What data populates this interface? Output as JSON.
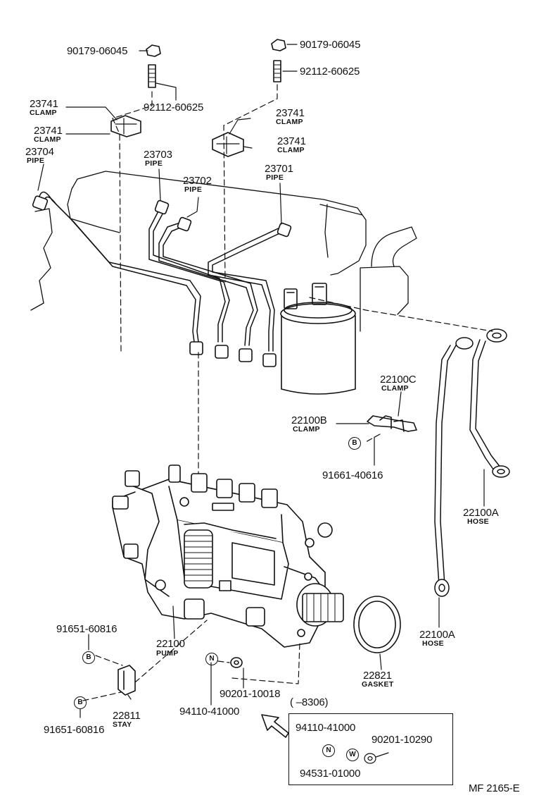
{
  "parts": {
    "nut_left": "90179-06045",
    "nut_right": "90179-06045",
    "stud_right": "92112-60625",
    "stud_left": "92112-60625",
    "clamp_l1_num": "23741",
    "clamp_l1_name": "CLAMP",
    "clamp_l2_num": "23741",
    "clamp_l2_name": "CLAMP",
    "clamp_r1_num": "23741",
    "clamp_r1_name": "CLAMP",
    "clamp_r2_num": "23741",
    "clamp_r2_name": "CLAMP",
    "pipe_23704_num": "23704",
    "pipe_23704_name": "PIPE",
    "pipe_23703_num": "23703",
    "pipe_23703_name": "PIPE",
    "pipe_23702_num": "23702",
    "pipe_23702_name": "PIPE",
    "pipe_23701_num": "23701",
    "pipe_23701_name": "PIPE",
    "clamp_22100c_num": "22100C",
    "clamp_22100c_name": "CLAMP",
    "clamp_22100b_num": "22100B",
    "clamp_22100b_name": "CLAMP",
    "bolt_91661": "91661-40616",
    "hose_upper_num": "22100A",
    "hose_upper_name": "HOSE",
    "hose_lower_num": "22100A",
    "hose_lower_name": "HOSE",
    "bolt_91651_top": "91651-60816",
    "pump_num": "22100",
    "pump_name": "PUMP",
    "gasket_num": "22821",
    "gasket_name": "GASKET",
    "washer_90201": "90201-10018",
    "nut_94110": "94110-41000",
    "stay_num": "22811",
    "stay_name": "STAY",
    "bolt_91651_bottom": "91651-60816"
  },
  "markers": {
    "b": "B",
    "n": "N",
    "w": "W"
  },
  "inset": {
    "range": "(    –8306)",
    "nut": "94110-41000",
    "washer": "90201-10290",
    "lockwasher": "94531-01000"
  },
  "footer": {
    "code": "MF  2165-E"
  }
}
